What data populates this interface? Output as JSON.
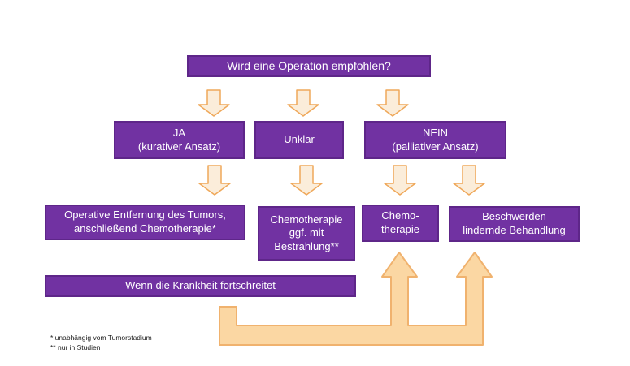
{
  "colors": {
    "background": "#FFFFFF",
    "box_fill": "#7132A2",
    "box_border": "#5E2689",
    "box_text": "#FFFFFF",
    "small_arrow_fill": "#FBEDDA",
    "small_arrow_border": "#EFA85A",
    "big_arrow_fill": "#FBD7A3",
    "big_arrow_border": "#F0B26E",
    "footnote_text": "#1A1A1A"
  },
  "flowchart": {
    "question_box": {
      "label": "Wird eine Operation empfohlen?"
    },
    "decision_boxes": [
      {
        "line1": "JA",
        "line2": "(kurativer Ansatz)"
      },
      {
        "line1": "Unklar",
        "line2": ""
      },
      {
        "line1": "NEIN",
        "line2": "(palliativer Ansatz)"
      }
    ],
    "treatment_boxes": [
      {
        "line1": "Operative Entfernung des Tumors,",
        "line2": "anschließend Chemotherapie*",
        "line3": ""
      },
      {
        "line1": "Chemotherapie",
        "line2": "ggf. mit",
        "line3": "Bestrahlung**"
      },
      {
        "line1": "Chemo-",
        "line2": "therapie",
        "line3": ""
      },
      {
        "line1": "Beschwerden",
        "line2": "lindernde Behandlung",
        "line3": ""
      }
    ],
    "progression_box": {
      "label": "Wenn die Krankheit fortschreitet"
    },
    "footnotes": [
      "* unabhängig vom Tumorstadium",
      "** nur in Studien"
    ]
  }
}
